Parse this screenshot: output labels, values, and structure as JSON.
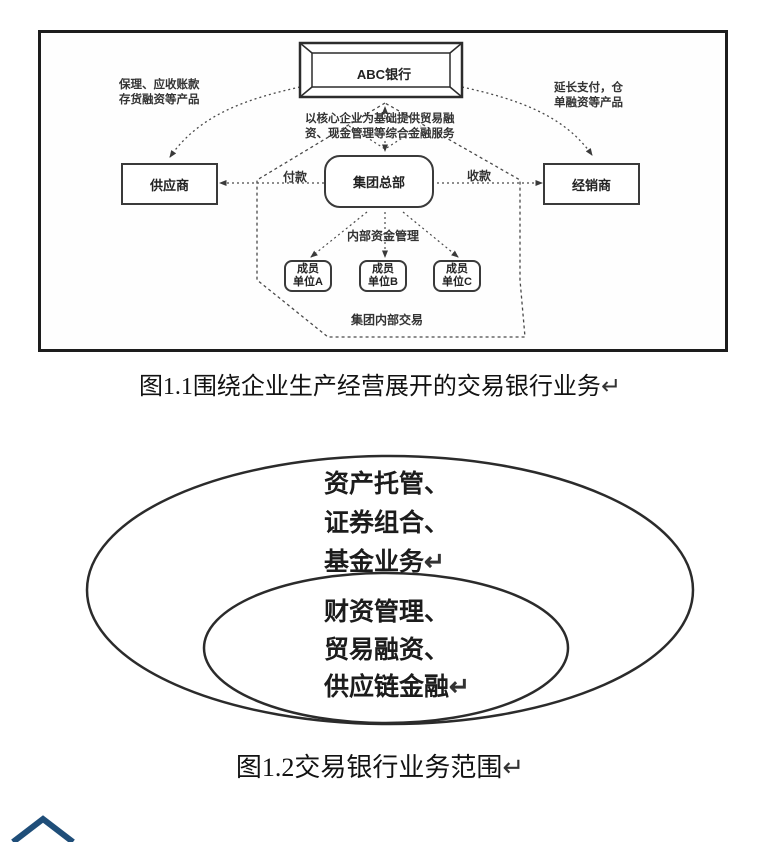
{
  "colors": {
    "chevron": "#1f4e79",
    "line": "#3a3a3a",
    "frame": "#1d1d1d"
  },
  "fig1": {
    "bank": "ABC银行",
    "left_note": {
      "line1": "保理、应收账款",
      "line2": "存货融资等产品"
    },
    "right_note": {
      "line1": "延长支付，仓",
      "line2": "单融资等产品"
    },
    "center_note": {
      "line1": "以核心企业为基础提供贸易融",
      "line2": "资、现金管理等综合金融服务"
    },
    "supplier": "供应商",
    "distributor": "经销商",
    "hq": "集团总部",
    "pay_label": "付款",
    "collect_label": "收款",
    "internal_funds_label": "内部资金管理",
    "members": [
      {
        "line1": "成员",
        "line2": "单位A"
      },
      {
        "line1": "成员",
        "line2": "单位B"
      },
      {
        "line1": "成员",
        "line2": "单位C"
      }
    ],
    "group_internal_label": "集团内部交易",
    "caption": "图1.1围绕企业生产经营展开的交易银行业务",
    "return_mark": "↵"
  },
  "fig2": {
    "outer_lines": [
      "资产托管、",
      "证券组合、",
      "基金业务"
    ],
    "inner_lines": [
      "财资管理、",
      "贸易融资、",
      "供应链金融"
    ],
    "caption": "图1.2交易银行业务范围",
    "return_mark": "↵"
  }
}
